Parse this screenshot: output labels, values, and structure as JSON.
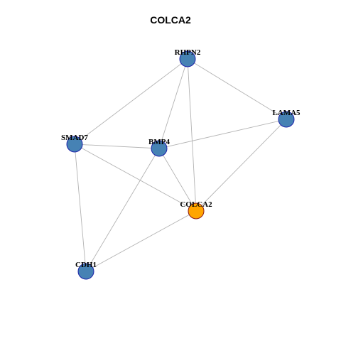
{
  "title": "COLCA2",
  "colors": {
    "node_default": "#4682B4",
    "node_default_border": "#1E22AA",
    "node_focus": "#FFA500",
    "node_focus_border": "#8B1A1A",
    "edge": "#B3B3B3"
  },
  "graph": {
    "focus": "COLCA2",
    "nodes": [
      {
        "id": "RHPN2",
        "label": "RHPN2"
      },
      {
        "id": "LAMA5",
        "label": "LAMA5"
      },
      {
        "id": "SMAD7",
        "label": "SMAD7"
      },
      {
        "id": "BMP4",
        "label": "BMP4"
      },
      {
        "id": "COLCA2",
        "label": "COLCA2"
      },
      {
        "id": "CDH1",
        "label": "CDH1"
      }
    ],
    "edges": [
      [
        "RHPN2",
        "LAMA5"
      ],
      [
        "RHPN2",
        "SMAD7"
      ],
      [
        "RHPN2",
        "BMP4"
      ],
      [
        "RHPN2",
        "COLCA2"
      ],
      [
        "LAMA5",
        "BMP4"
      ],
      [
        "LAMA5",
        "COLCA2"
      ],
      [
        "SMAD7",
        "BMP4"
      ],
      [
        "SMAD7",
        "COLCA2"
      ],
      [
        "SMAD7",
        "CDH1"
      ],
      [
        "BMP4",
        "COLCA2"
      ],
      [
        "BMP4",
        "CDH1"
      ],
      [
        "COLCA2",
        "CDH1"
      ]
    ]
  }
}
